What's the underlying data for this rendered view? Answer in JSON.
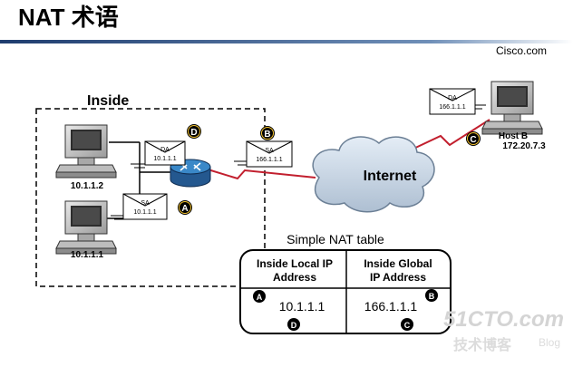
{
  "slide": {
    "title": "NAT 术语",
    "brand": "Cisco.com"
  },
  "network": {
    "inside_label": "Inside",
    "internet_label": "Internet",
    "host_top_ip": "10.1.1.2",
    "host_bottom_ip": "10.1.1.1",
    "host_b_name": "Host B",
    "host_b_ip": "172.20.7.3"
  },
  "packets": {
    "d_label": "DA",
    "d_value": "10.1.1.1",
    "a_label": "SA",
    "a_value": "10.1.1.1",
    "b_label": "SA",
    "b_value": "166.1.1.1",
    "c_label": "DA",
    "c_value": "166.1.1.1"
  },
  "markers": {
    "a": "A",
    "b": "B",
    "c": "C",
    "d": "D"
  },
  "nat_table": {
    "caption": "Simple NAT table",
    "col_local_line1": "Inside Local IP",
    "col_local_line2": "Address",
    "col_global_line1": "Inside Global",
    "col_global_line2": "IP Address",
    "local_value": "10.1.1.1",
    "global_value": "166.1.1.1"
  },
  "watermark": {
    "site": "51CTO.com",
    "cn": "技术博客",
    "blog": "Blog"
  },
  "colors": {
    "divider": "#3b5d8f",
    "link": "#c21f2e",
    "router_top": "#3a88c8",
    "cloud_fill": "#cfdbe8",
    "cloud_stroke": "#6b7f95",
    "marker_fill": "#000000"
  }
}
